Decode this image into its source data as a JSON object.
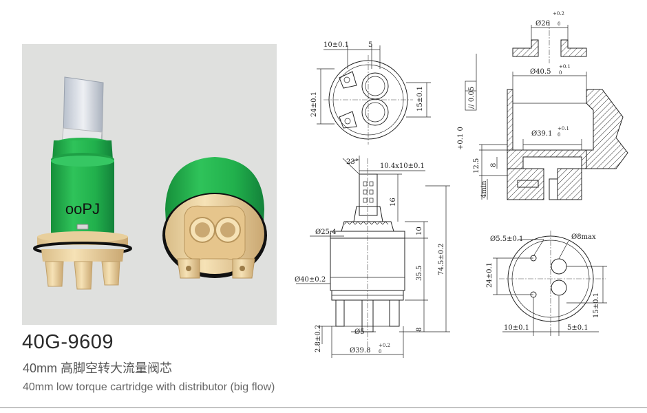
{
  "product": {
    "photo_label": "ooPJ",
    "model_code": "40G-9609",
    "title_cn": "40mm 高脚空转大流量阀芯",
    "title_en": "40mm low torque cartridge with distributor (big flow)"
  },
  "colors": {
    "photo_background": "#dfe0de",
    "cartridge_green": "#1fb24a",
    "cartridge_beige": "#f1d9a8",
    "stem_white": "#d9dde4"
  },
  "drawing": {
    "top_view": {
      "dim_width_left": "10±0.1",
      "dim_width_right": "5",
      "dim_height_left": "24±0.1",
      "dim_height_right": "15±0.1"
    },
    "front_view": {
      "angle": "23°",
      "stem_size": "10.4x10±0.1",
      "stem_height": "16",
      "collar_diameter": "Ø25.4",
      "collar_height": "10",
      "body_diameter": "Ø40±0.2",
      "body_height": "35.5",
      "total_height": "74.5±0.2",
      "pin_diameter": "Ø5",
      "pin_gap": "2.8±0.2",
      "base_diameter": "Ø39.8",
      "base_diameter_tol_upper": "+0.2",
      "base_diameter_tol_lower": "0",
      "leg_height": "8"
    },
    "section_view": {
      "top_diameter": "Ø26",
      "top_diameter_tol_upper": "+0.2",
      "top_diameter_tol_lower": "0",
      "bore_diameter": "Ø40.5",
      "bore_diameter_tol_upper": "+0.1",
      "bore_diameter_tol_lower": "0",
      "flatness": "// 0.05",
      "seat_diameter": "Ø39.1",
      "seat_diameter_tol_upper": "+0.1",
      "seat_diameter_tol_lower": "0",
      "step_tol": "+0.1 0",
      "step_height": "12.5",
      "step_small": "8",
      "min_depth": "4min"
    },
    "bottom_view": {
      "hole_diameter": "Ø5.5±0.1",
      "port_max": "Ø8max",
      "dim_height_left": "24±0.1",
      "dim_height_right": "15±0.1",
      "dim_width_left": "10±0.1",
      "dim_width_right": "5±0.1"
    }
  }
}
